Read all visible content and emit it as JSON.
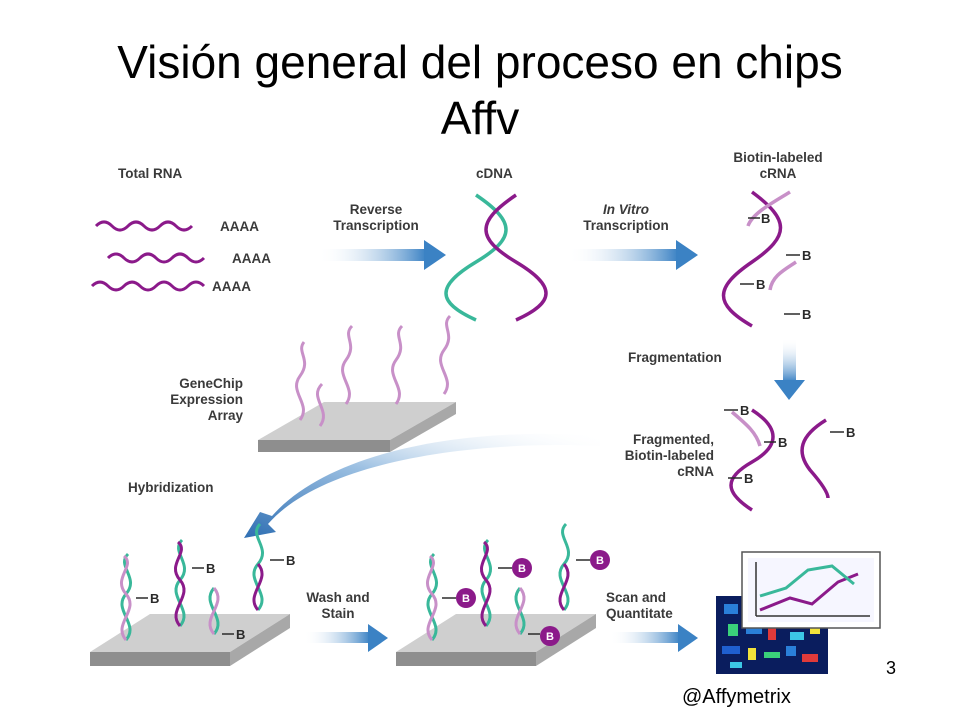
{
  "slide": {
    "title_line1": "Visión general del proceso en chips",
    "title_line2": "Affv",
    "page_number": "3",
    "credit": "@Affymetrix"
  },
  "diagram": {
    "total_rna": "Total RNA",
    "polya": "AAAA",
    "cdna": "cDNA",
    "biotin_crna_1": "Biotin-labeled",
    "biotin_crna_2": "cRNA",
    "reverse_1": "Reverse",
    "reverse_2": "Transcription",
    "invitro_1": "In Vitro",
    "invitro_2": "Transcription",
    "fragmentation": "Fragmentation",
    "fragmented_1": "Fragmented,",
    "fragmented_2": "Biotin-labeled",
    "fragmented_3": "cRNA",
    "genechip_1": "GeneChip",
    "genechip_2": "Expression",
    "genechip_3": "Array",
    "hybridization": "Hybridization",
    "wash_1": "Wash and",
    "wash_2": "Stain",
    "scan_1": "Scan and",
    "scan_2": "Quantitate",
    "biotin_marker": "B"
  },
  "colors": {
    "purple": "#8b1a8a",
    "light_purple": "#c890c8",
    "teal": "#39b89a",
    "arrow_blue": "#3b82c4",
    "plate": "#c8c8c8"
  }
}
